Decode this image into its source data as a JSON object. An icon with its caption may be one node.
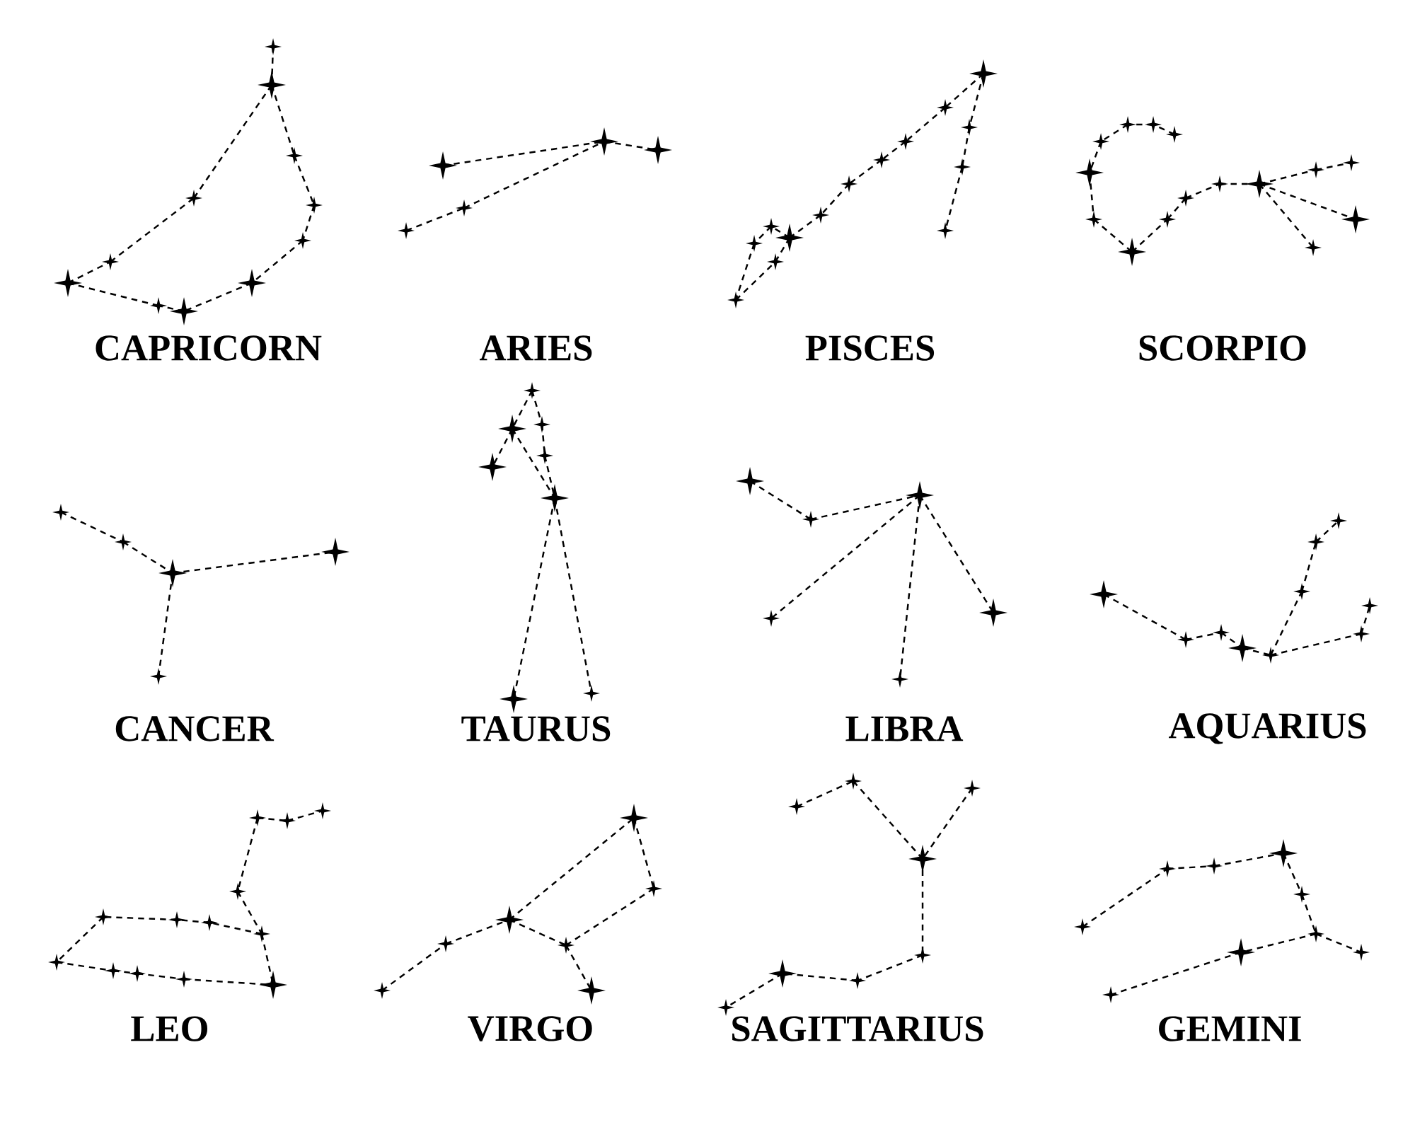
{
  "diagram": {
    "labels": [
      "CAPRICORN",
      "ARIES",
      "PISCES",
      "SCORPIO",
      "CANCER",
      "TAURUS",
      "LIBRA",
      "AQUARIUS",
      "LEO",
      "VIRGO",
      "SAGITTARIUS",
      "GEMINI"
    ]
  }
}
